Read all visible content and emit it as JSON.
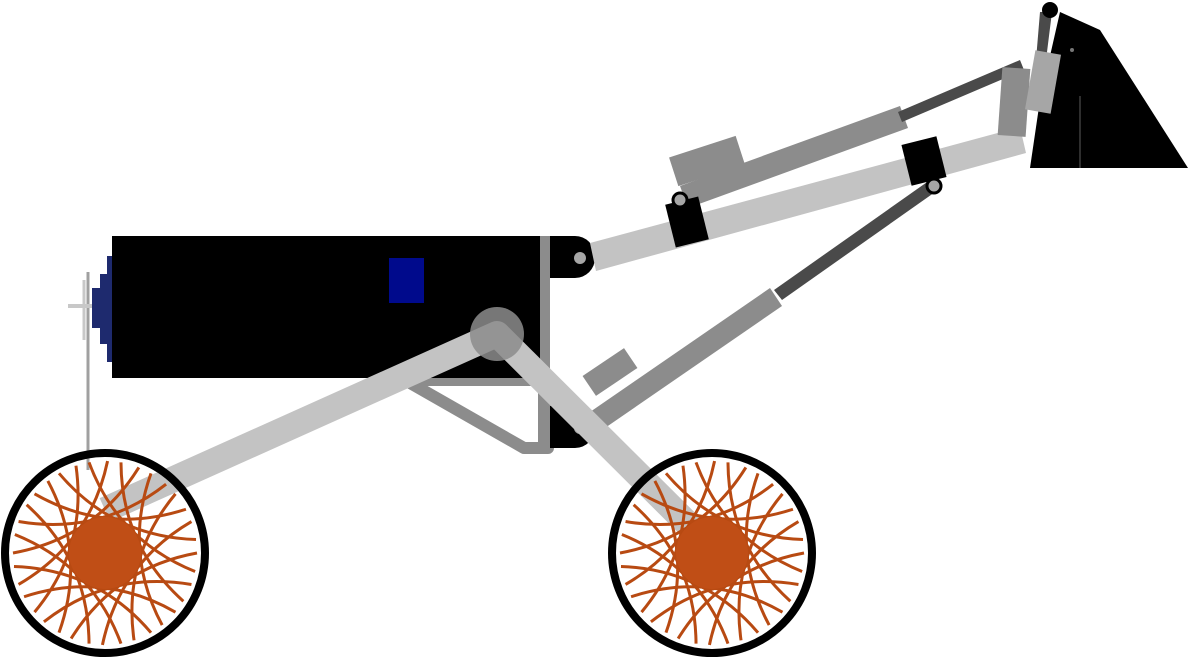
{
  "colors": {
    "background": "#ffffff",
    "body": "#000000",
    "arm_light": "#c3c3c3",
    "arm_mid": "#8c8c8c",
    "arm_dark": "#4a4a4a",
    "rod_darker": "#2e2e2e",
    "window": "#000a8c",
    "rear_plate": "#1e2a6e",
    "wheel_rim": "#000000",
    "spokes": "#b84a12",
    "hub": "#c04e16",
    "pin": "#a6a6a6",
    "bucket": "#000000",
    "antenna": "#a0a0a0"
  },
  "parts": [
    "rover-body",
    "window-panel",
    "rear-end-plate",
    "antenna-mast",
    "upper-pivot-bracket",
    "lower-pivot-bracket",
    "body-support-bracket",
    "rocker-arm",
    "rocker-pivot",
    "rear-wheel",
    "front-wheel",
    "boom-arm-upper",
    "boom-lift-cylinder",
    "tilt-cylinder",
    "lower-link-cylinder",
    "link-rod",
    "bucket"
  ]
}
